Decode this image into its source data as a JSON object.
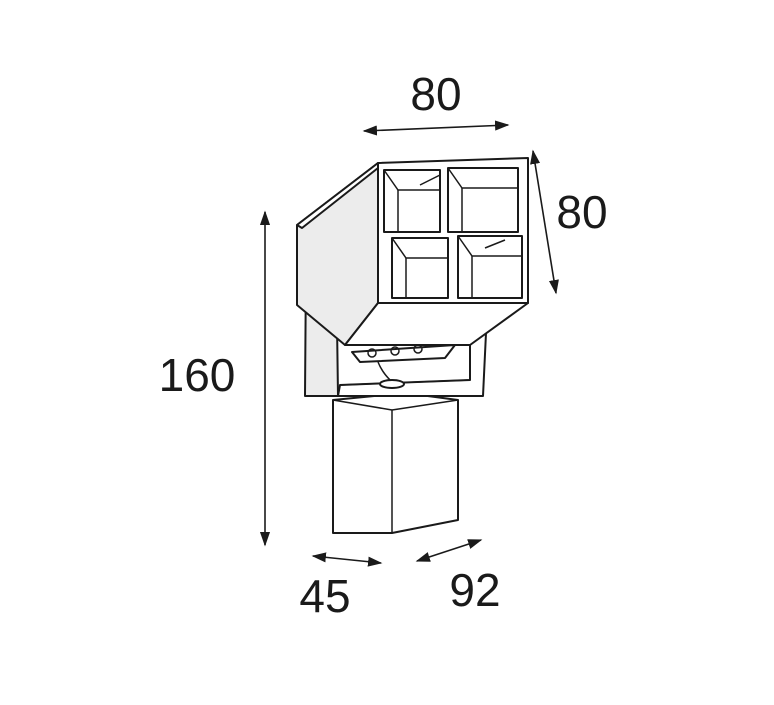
{
  "dimensions": {
    "width": "80",
    "depth": "80",
    "height": "160",
    "base_width": "45",
    "base_depth": "92"
  },
  "colors": {
    "line": "#1a1a1a",
    "background": "#ffffff"
  }
}
